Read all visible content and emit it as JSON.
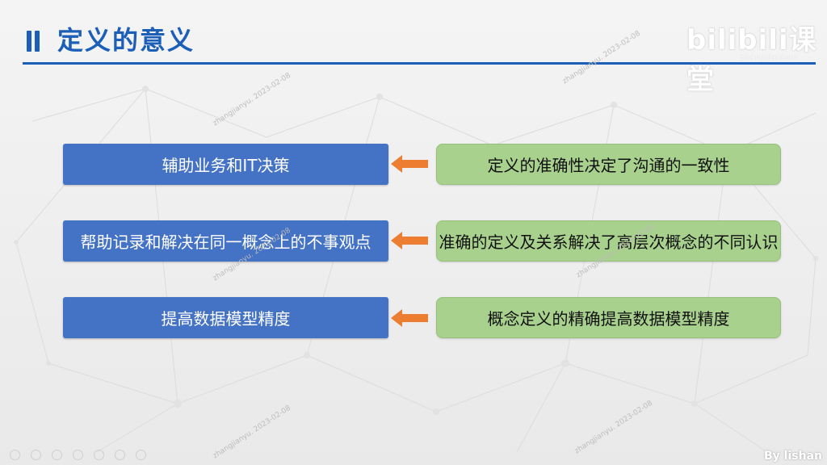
{
  "slide": {
    "title": "定义的意义",
    "brand": "bilibili课堂",
    "brand_sub": "zhangjia.com",
    "author": "By lishan",
    "watermarks": [
      "zhangjianyu. 2023-02-08",
      "zhangjianyu. 2023-02-08",
      "zhangjianyu. 2023-02-08",
      "zhangjianyu. 2023-02-08",
      "zhangjianyu. 2023-02-08",
      "zhangjianyu. 2023-02-08"
    ]
  },
  "rows": [
    {
      "left": "辅助业务和IT决策",
      "right": "定义的准确性决定了沟通的一致性"
    },
    {
      "left": "帮助记录和解决在同一概念上的不事观点",
      "right": "准确的定义及关系解决了高层次概念的不同认识"
    },
    {
      "left": "提高数据模型精度",
      "right": "概念定义的精确提高数据模型精度"
    }
  ],
  "colors": {
    "accent": "#1b5fb8",
    "left_box": "#4472c4",
    "right_box": "#a9d18e",
    "arrow": "#ed7d31"
  }
}
